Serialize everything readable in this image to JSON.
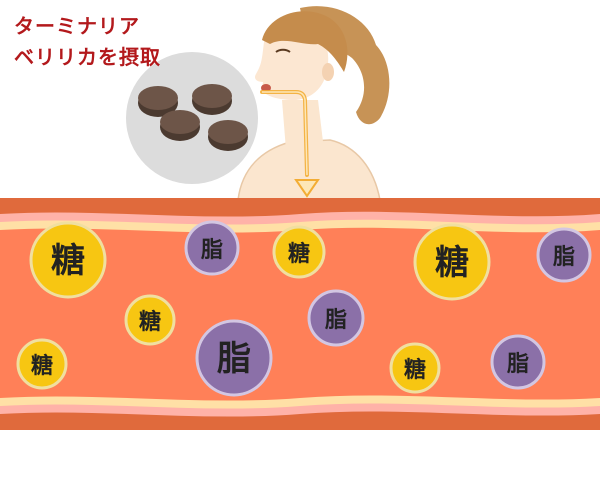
{
  "caption": {
    "line1": "ターミナリア",
    "line2": "ベリリカを摂取"
  },
  "labels": {
    "sugar": "糖",
    "fat": "脂"
  },
  "colors": {
    "caption_text": "#b3191c",
    "sugar_fill": "#f7c612",
    "fat_fill": "#8b70a8",
    "vessel_wall": "#ff8058",
    "vessel_outer": "#e06a3c",
    "vessel_lining": "#ffe0a6",
    "digestion_arrow": "#f3ad35"
  },
  "icons": [
    "tablet-icon",
    "arrow-down-icon",
    "sugar-icon",
    "fat-icon"
  ]
}
